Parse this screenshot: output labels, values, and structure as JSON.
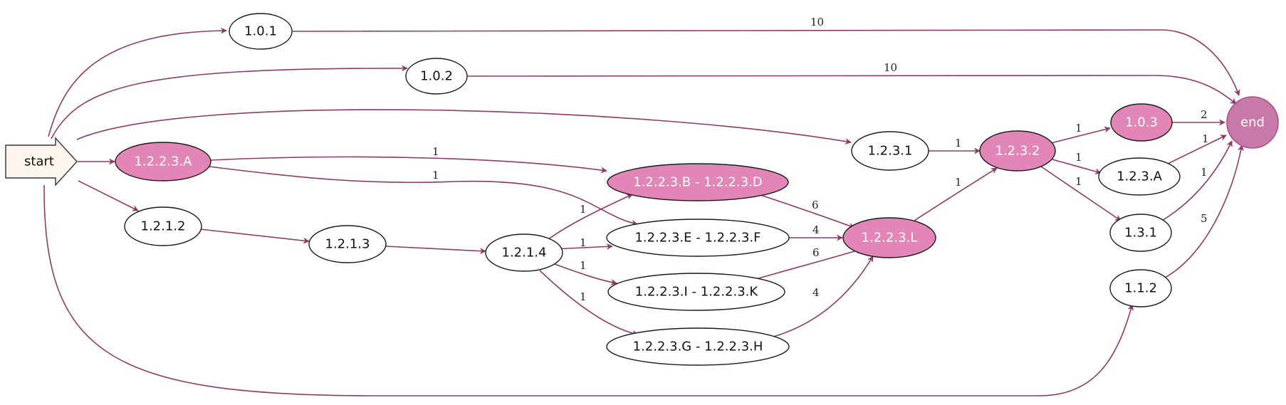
{
  "colors": {
    "edge": "#8e3a68",
    "highlight_fill": "#e186b6",
    "end_fill": "#c779a9",
    "start_fill": "#fdf6ee"
  },
  "nodes": {
    "start": "start",
    "end": "end",
    "n101": "1.0.1",
    "n102": "1.0.2",
    "n103": "1.0.3",
    "n1223A": "1.2.2.3.A",
    "n1212": "1.2.1.2",
    "n1213": "1.2.1.3",
    "n1214": "1.2.1.4",
    "n1223BD": "1.2.2.3.B - 1.2.2.3.D",
    "n1223EF": "1.2.2.3.E - 1.2.2.3.F",
    "n1223IK": "1.2.2.3.I - 1.2.2.3.K",
    "n1223GH": "1.2.2.3.G - 1.2.2.3.H",
    "n1223L": "1.2.2.3.L",
    "n1231": "1.2.3.1",
    "n1232": "1.2.3.2",
    "n123A": "1.2.3.A",
    "n131": "1.3.1",
    "n112": "1.1.2"
  },
  "edge_labels": {
    "e101_end": "10",
    "e102_end": "10",
    "eA_BD": "1",
    "eA_EF": "1",
    "e1214_BD": "1",
    "e1214_EF": "1",
    "e1214_IK": "1",
    "e1214_GH": "1",
    "eBD_L": "6",
    "eEF_L": "4",
    "eIK_L": "6",
    "eGH_L": "4",
    "e1231_1232": "1",
    "eL_1232": "1",
    "e1232_103": "1",
    "e1232_123A": "1",
    "e1232_131": "1",
    "e103_end": "2",
    "e123A_end": "1",
    "e131_end": "1",
    "e112_end": "5"
  },
  "highlighted_nodes": [
    "1.2.2.3.A",
    "1.2.2.3.B - 1.2.2.3.D",
    "1.2.2.3.L",
    "1.2.3.2",
    "1.0.3",
    "end"
  ]
}
